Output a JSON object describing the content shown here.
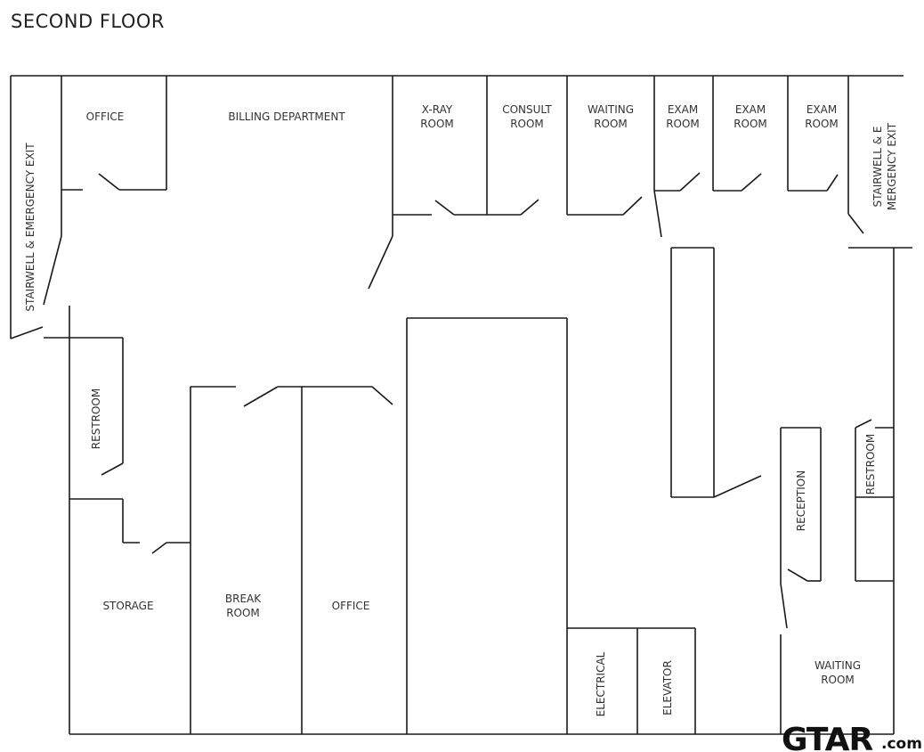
{
  "title": "SECOND FLOOR",
  "rooms": {
    "stair_left": "STAIRWELL & EMERGENCY EXIT",
    "office_top": "OFFICE",
    "billing": "BILLING DEPARTMENT",
    "xray_1": "X-RAY",
    "xray_2": "ROOM",
    "consult_1": "CONSULT",
    "consult_2": "ROOM",
    "waiting_top_1": "WAITING",
    "waiting_top_2": "ROOM",
    "exam1_1": "EXAM",
    "exam1_2": "ROOM",
    "exam2_1": "EXAM",
    "exam2_2": "ROOM",
    "exam3_1": "EXAM",
    "exam3_2": "ROOM",
    "stair_right_1": "STAIRWELL & E",
    "stair_right_2": "MERGENCY EXIT",
    "restroom_left": "RESTROOM",
    "storage": "STORAGE",
    "break_1": "BREAK",
    "break_2": "ROOM",
    "office_bottom": "OFFICE",
    "electrical": "ELECTRICAL",
    "elevator": "ELEVATOR",
    "reception": "RECEPTION",
    "restroom_right": "RESTROOM",
    "waiting_bottom_1": "WAITING",
    "waiting_bottom_2": "ROOM"
  },
  "logo": {
    "main": "GTAR",
    "suffix": ".com"
  },
  "colors": {
    "wall": "#1a1a1a",
    "text": "#333333"
  }
}
